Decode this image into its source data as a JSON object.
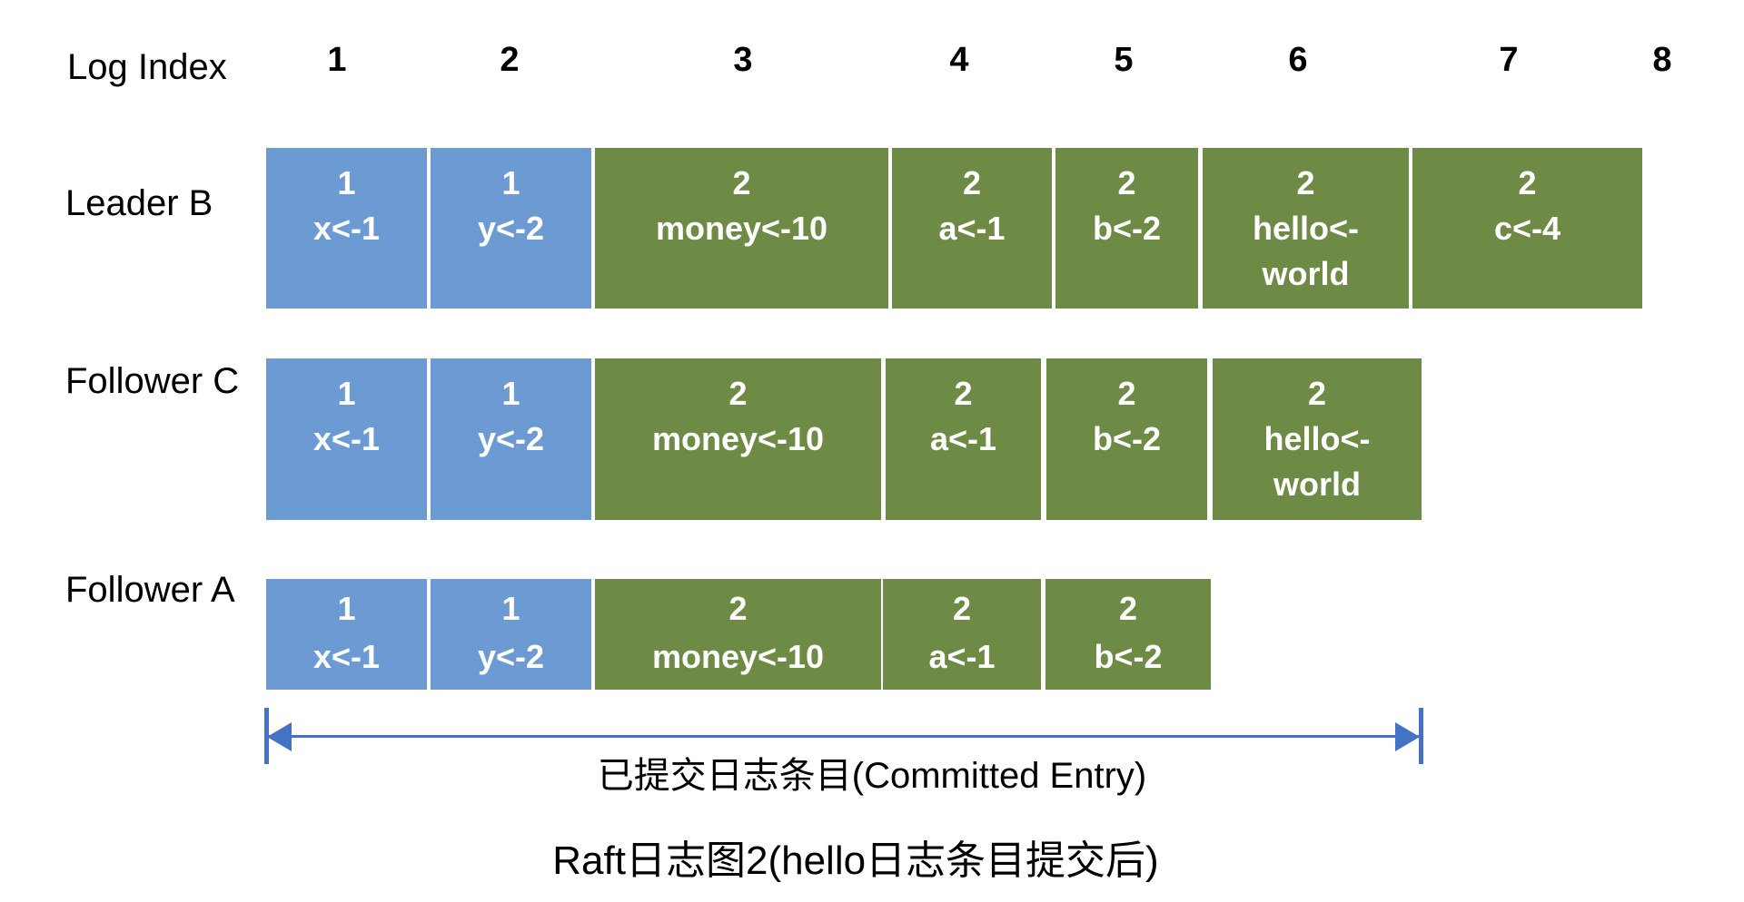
{
  "log_index": {
    "label": "Log Index",
    "values": [
      "1",
      "2",
      "3",
      "4",
      "5",
      "6",
      "7",
      "8"
    ]
  },
  "rows": [
    {
      "label": "Leader B",
      "entries": [
        {
          "term": "1",
          "command": "x<-1",
          "color": "blue"
        },
        {
          "term": "1",
          "command": "y<-2",
          "color": "blue"
        },
        {
          "term": "2",
          "command": "money<-10",
          "color": "green"
        },
        {
          "term": "2",
          "command": "a<-1",
          "color": "green"
        },
        {
          "term": "2",
          "command": "b<-2",
          "color": "green"
        },
        {
          "term": "2",
          "command": "hello<-world",
          "lines": [
            "2",
            "hello<-",
            "world"
          ],
          "color": "green"
        },
        {
          "term": "2",
          "command": "c<-4",
          "color": "green"
        }
      ]
    },
    {
      "label": "Follower C",
      "entries": [
        {
          "term": "1",
          "command": "x<-1",
          "color": "blue"
        },
        {
          "term": "1",
          "command": "y<-2",
          "color": "blue"
        },
        {
          "term": "2",
          "command": "money<-10",
          "color": "green"
        },
        {
          "term": "2",
          "command": "a<-1",
          "color": "green"
        },
        {
          "term": "2",
          "command": "b<-2",
          "color": "green"
        },
        {
          "term": "2",
          "command": "hello<-world",
          "lines": [
            "2",
            "hello<-",
            "world"
          ],
          "color": "green"
        }
      ]
    },
    {
      "label": "Follower A",
      "entries": [
        {
          "term": "1",
          "command": "x<-1",
          "color": "blue"
        },
        {
          "term": "1",
          "command": "y<-2",
          "color": "blue"
        },
        {
          "term": "2",
          "command": "money<-10",
          "color": "green"
        },
        {
          "term": "2",
          "command": "a<-1",
          "color": "green"
        },
        {
          "term": "2",
          "command": "b<-2",
          "color": "green"
        }
      ]
    }
  ],
  "committed_arrow_label": "已提交日志条目(Committed Entry)",
  "caption": "Raft日志图2(hello日志条目提交后)",
  "colors": {
    "term1_blue": "#6C9BD3",
    "term2_green": "#6E8B45",
    "arrow_blue": "#4472C4",
    "text": "#000000",
    "cell_text": "#ffffff"
  }
}
